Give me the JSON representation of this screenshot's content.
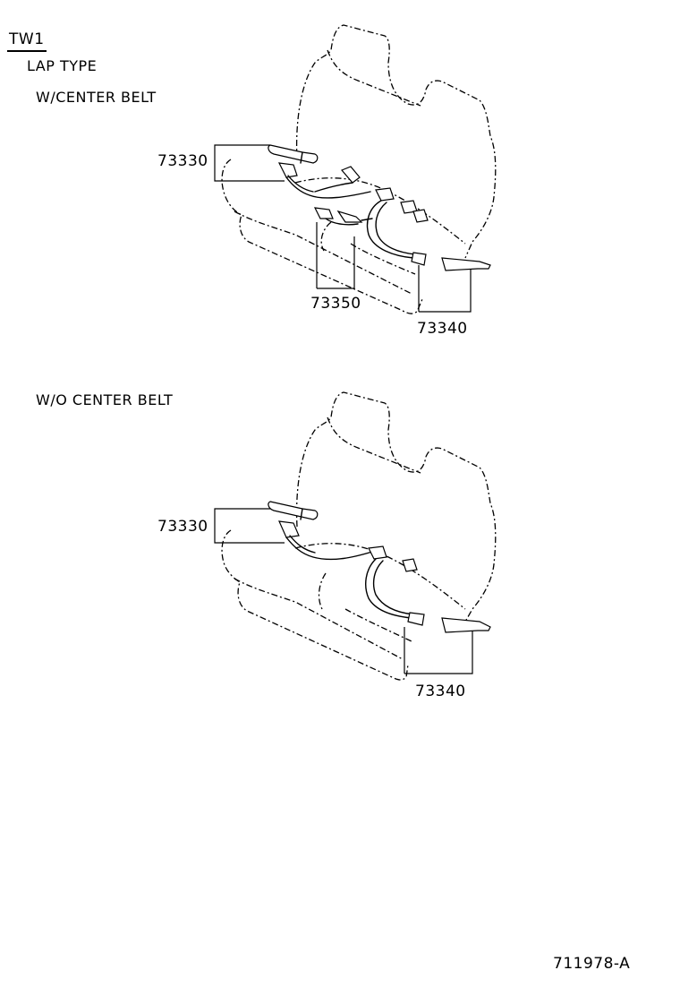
{
  "header": {
    "tag": "TW1",
    "type_label": "LAP TYPE"
  },
  "sections": [
    {
      "title": "W/CENTER BELT",
      "parts": [
        "73330",
        "73350",
        "73340"
      ]
    },
    {
      "title": "W/O CENTER BELT",
      "parts": [
        "73330",
        "73340"
      ]
    }
  ],
  "footer": {
    "diagram_id": "711978-A"
  }
}
